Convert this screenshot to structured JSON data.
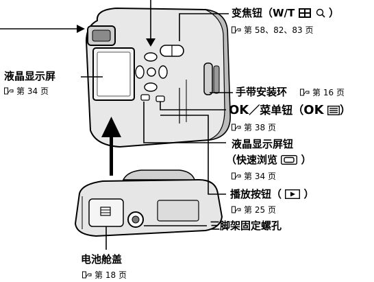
{
  "labels": {
    "zoom": {
      "text": "变焦钮（",
      "mode": "W/T",
      "tail": "）",
      "ref_prefix": "第",
      "ref_pages": "58、82、83",
      "ref_suffix": "页"
    },
    "lcd": {
      "text": "液晶显示屏",
      "ref_prefix": "第",
      "ref_pages": "34",
      "ref_suffix": "页"
    },
    "strap": {
      "text": "手带安装环",
      "ref_prefix": "第",
      "ref_pages": "16",
      "ref_suffix": "页"
    },
    "ok": {
      "text_a": "OK",
      "text_b": "／菜单钮（",
      "text_c": "OK",
      "text_d": "）",
      "ref_prefix": "第",
      "ref_pages": "38",
      "ref_suffix": "页"
    },
    "lcd_button": {
      "text": "液晶显示屏钮",
      "sub": "（快速浏览",
      "sub_tail": "）",
      "ref_prefix": "第",
      "ref_pages": "34",
      "ref_suffix": "页"
    },
    "play": {
      "text": "播放按钮（",
      "tail": "）",
      "ref_prefix": "第",
      "ref_pages": "25",
      "ref_suffix": "页"
    },
    "tripod": {
      "text": "三脚架固定螺孔"
    },
    "battery": {
      "text": "电池舱盖",
      "ref_prefix": "第",
      "ref_pages": "18",
      "ref_suffix": "页"
    }
  },
  "icons": [
    "zoom-tele-icon",
    "magnify-icon",
    "menu-icon",
    "quick-view-icon",
    "play-icon",
    "book-reference-icon"
  ]
}
